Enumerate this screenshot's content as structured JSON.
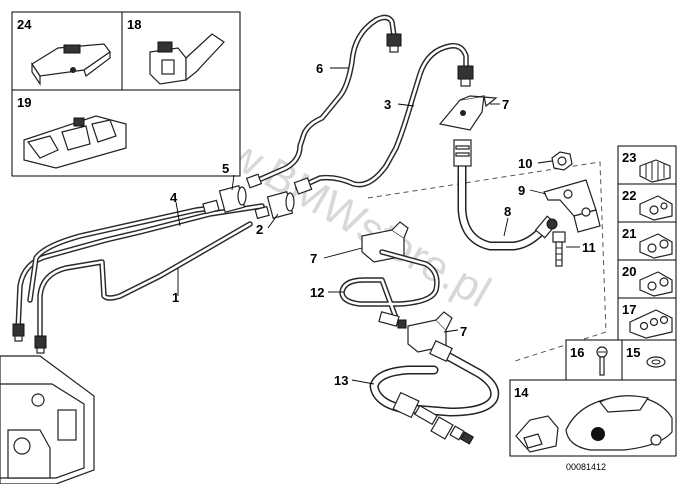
{
  "diagram": {
    "watermark": "www.BMWstore.pl",
    "reference_number": "00081412",
    "part_labels": [
      "1",
      "2",
      "3",
      "4",
      "5",
      "6",
      "7",
      "7",
      "7",
      "8",
      "9",
      "10",
      "11",
      "12",
      "13"
    ],
    "box_labels": [
      "24",
      "18",
      "19",
      "23",
      "22",
      "21",
      "20",
      "17",
      "16",
      "15",
      "14"
    ]
  }
}
